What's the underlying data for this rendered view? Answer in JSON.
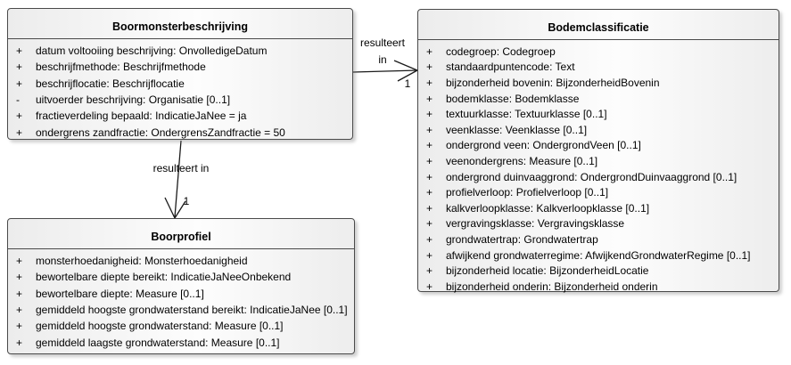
{
  "classes": [
    {
      "name": "Boormonsterbeschrijving",
      "attributes": [
        {
          "visibility": "+",
          "text": "datum voltooiing beschrijving: OnvolledigeDatum"
        },
        {
          "visibility": "+",
          "text": "beschrijfmethode: Beschrijfmethode"
        },
        {
          "visibility": "+",
          "text": "beschrijflocatie: Beschrijflocatie"
        },
        {
          "visibility": "-",
          "text": "uitvoerder beschrijving: Organisatie [0..1]"
        },
        {
          "visibility": "+",
          "text": "fractieverdeling bepaald: IndicatieJaNee = ja"
        },
        {
          "visibility": "+",
          "text": "ondergrens zandfractie: OndergrensZandfractie = 50"
        }
      ]
    },
    {
      "name": "Bodemclassificatie",
      "attributes": [
        {
          "visibility": "+",
          "text": "codegroep: Codegroep"
        },
        {
          "visibility": "+",
          "text": "standaardpuntencode: Text"
        },
        {
          "visibility": "+",
          "text": "bijzonderheid bovenin: BijzonderheidBovenin"
        },
        {
          "visibility": "+",
          "text": "bodemklasse: Bodemklasse"
        },
        {
          "visibility": "+",
          "text": "textuurklasse: Textuurklasse [0..1]"
        },
        {
          "visibility": "+",
          "text": "veenklasse: Veenklasse [0..1]"
        },
        {
          "visibility": "+",
          "text": "ondergrond veen: OndergrondVeen [0..1]"
        },
        {
          "visibility": "+",
          "text": "veenondergrens: Measure [0..1]"
        },
        {
          "visibility": "+",
          "text": "ondergrond duinvaaggrond: OndergrondDuinvaaggrond [0..1]"
        },
        {
          "visibility": "+",
          "text": "profielverloop: Profielverloop [0..1]"
        },
        {
          "visibility": "+",
          "text": "kalkverloopklasse: Kalkverloopklasse [0..1]"
        },
        {
          "visibility": "+",
          "text": "vergravingsklasse: Vergravingsklasse"
        },
        {
          "visibility": "+",
          "text": "grondwatertrap: Grondwatertrap"
        },
        {
          "visibility": "+",
          "text": "afwijkend grondwaterregime: AfwijkendGrondwaterRegime [0..1]"
        },
        {
          "visibility": "+",
          "text": "bijzonderheid locatie: BijzonderheidLocatie"
        },
        {
          "visibility": "+",
          "text": "bijzonderheid onderin: Bijzonderheid onderin"
        }
      ]
    },
    {
      "name": "Boorprofiel",
      "attributes": [
        {
          "visibility": "+",
          "text": "monsterhoedanigheid: Monsterhoedanigheid"
        },
        {
          "visibility": "+",
          "text": "bewortelbare diepte bereikt: IndicatieJaNeeOnbekend"
        },
        {
          "visibility": "+",
          "text": "bewortelbare diepte: Measure [0..1]"
        },
        {
          "visibility": "+",
          "text": "gemiddeld hoogste grondwaterstand bereikt: IndicatieJaNee [0..1]"
        },
        {
          "visibility": "+",
          "text": "gemiddeld hoogste grondwaterstand: Measure [0..1]"
        },
        {
          "visibility": "+",
          "text": "gemiddeld laagste grondwaterstand: Measure [0..1]"
        }
      ]
    }
  ],
  "connectors": [
    {
      "source": "Boormonsterbeschrijving",
      "target": "Bodemclassificatie",
      "label_lines": [
        "resulteert",
        "in"
      ],
      "target_multiplicity": "1"
    },
    {
      "source": "Boormonsterbeschrijving",
      "target": "Boorprofiel",
      "label_lines": [
        "resulteert in"
      ],
      "target_multiplicity": "1"
    }
  ],
  "colors": {
    "box_border": "#4a4a4a",
    "box_fill_light": "#fdfdfd",
    "box_fill_dark": "#ececec",
    "connector_line": "#1a1a1a",
    "text": "#000000"
  }
}
